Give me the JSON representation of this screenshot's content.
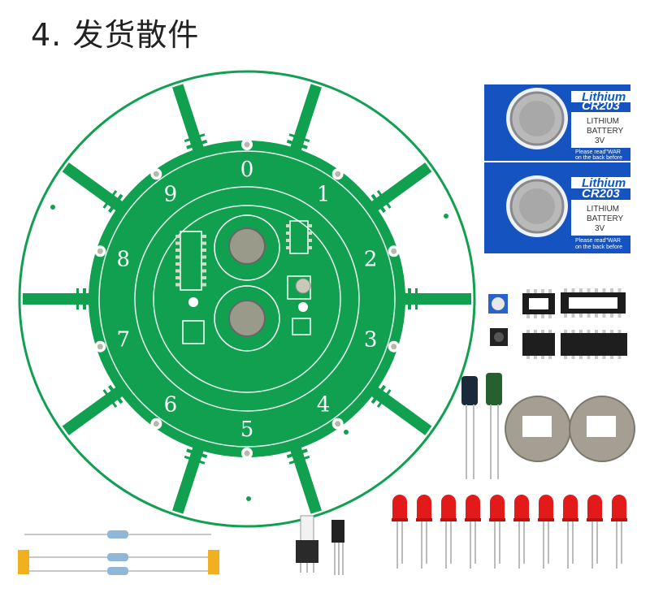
{
  "title": "4. 发货散件",
  "dial_digits": [
    "0",
    "1",
    "2",
    "3",
    "4",
    "5",
    "6",
    "7",
    "8",
    "9"
  ],
  "battery": {
    "brand": "Lithium",
    "model": "CR203",
    "spec_lines": [
      "LITHIUM",
      "BATTERY",
      "3V"
    ],
    "note_lines": [
      "Please read\"WAR",
      "on the back before"
    ]
  },
  "colors": {
    "pcb_green": "#10a050",
    "battery_blue": "#1554c0",
    "led_red": "#e21a1a",
    "resistor_body": "#8fb8d8",
    "resistor_tab": "#f0b020"
  },
  "led_count": 10
}
